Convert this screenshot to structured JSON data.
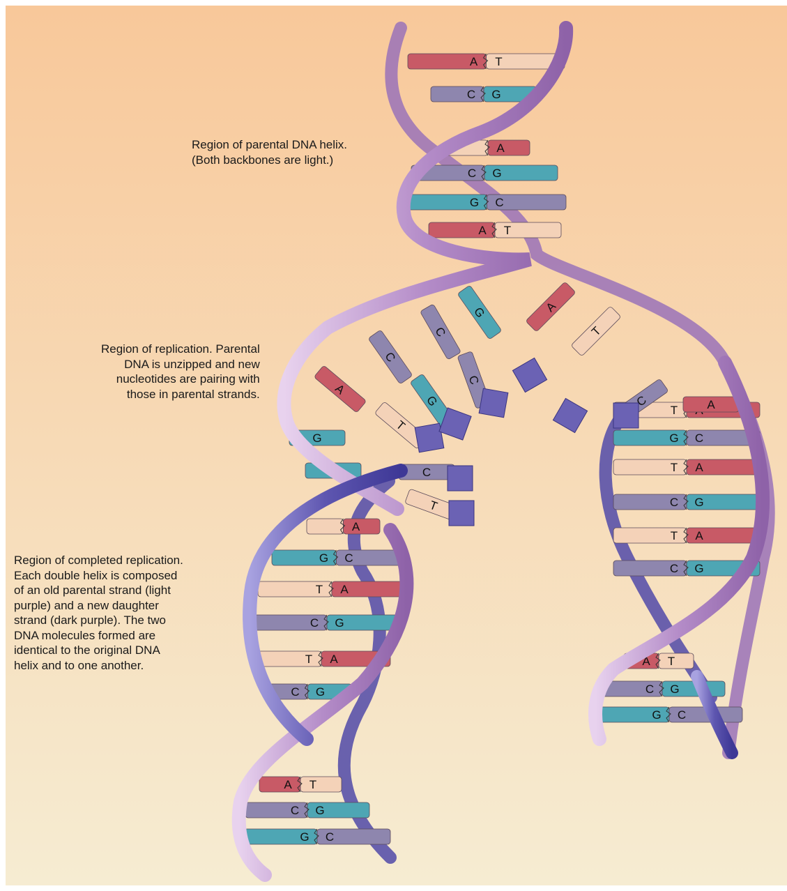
{
  "captions": {
    "parental": [
      "Region of parental DNA helix.",
      "(Both backbones are light.)"
    ],
    "replication": [
      "Region of replication.  Parental",
      "DNA is unzipped and new",
      "nucleotides are pairing with",
      "those in parental strands."
    ],
    "completed": [
      "Region of completed replication.",
      "Each double helix is composed",
      "of an old parental strand (light",
      "purple) and a new daughter",
      "strand (dark purple).  The two",
      "DNA molecules formed are",
      "identical to the original DNA",
      "helix and to one another."
    ]
  },
  "colors": {
    "background_top": "#F8C89A",
    "background_bottom": "#F6ECD2",
    "parental_backbone": "#B48CC8",
    "daughter_backbone": "#6B62B4",
    "adenine": "#C85A66",
    "thymine": "#F4D2B8",
    "cytosine": "#8E86AE",
    "guanine": "#4EA6B4"
  },
  "bases": {
    "parental_helix": [
      {
        "left": "A",
        "right": "T"
      },
      {
        "left": "C",
        "right": "G"
      },
      {
        "left": "",
        "right": "A"
      },
      {
        "left": "C",
        "right": "G"
      },
      {
        "left": "G",
        "right": "C"
      },
      {
        "left": "A",
        "right": "T"
      }
    ],
    "fork": [
      "A",
      "T",
      "G",
      "C",
      "G",
      "C",
      "G",
      "C",
      "A",
      "T",
      "G",
      "C",
      "A",
      "C",
      "T"
    ],
    "right_upper": [
      {
        "left": "T",
        "right": "A"
      },
      {
        "left": "G",
        "right": "C"
      },
      {
        "left": "T",
        "right": "A"
      },
      {
        "left": "C",
        "right": "G"
      },
      {
        "left": "T",
        "right": "A"
      },
      {
        "left": "C",
        "right": "G"
      }
    ],
    "right_lower": [
      {
        "left": "A",
        "right": "T"
      },
      {
        "left": "C",
        "right": "G"
      },
      {
        "left": "G",
        "right": "C"
      }
    ],
    "left_helix": [
      {
        "left": "",
        "right": "A"
      },
      {
        "left": "G",
        "right": "C"
      },
      {
        "left": "T",
        "right": "A"
      },
      {
        "left": "C",
        "right": "G"
      },
      {
        "left": "T",
        "right": "A"
      },
      {
        "left": "C",
        "right": "G"
      }
    ],
    "left_lower": [
      {
        "left": "A",
        "right": "T"
      },
      {
        "left": "C",
        "right": "G"
      },
      {
        "left": "G",
        "right": "C"
      }
    ]
  }
}
